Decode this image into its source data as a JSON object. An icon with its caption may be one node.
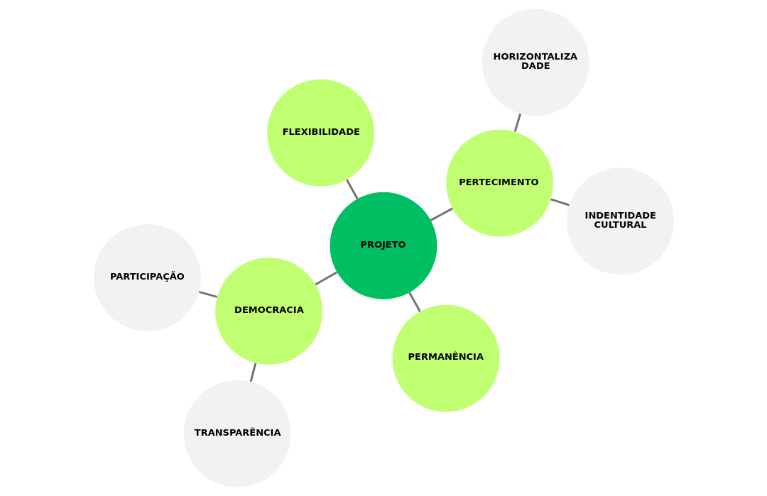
{
  "diagram": {
    "nodes": [
      {
        "text": [
          "FLEXIBILIDADE"
        ]
      },
      {
        "text": [
          "HORIZONTALIZA DADE"
        ]
      },
      {
        "text": [
          "TRANSPARÊNCIA"
        ]
      },
      {
        "text": [
          "DEMOCRACIA"
        ]
      },
      {
        "text": [
          "PROJETO"
        ]
      },
      {
        "text": [
          "PERTECIMENTO"
        ]
      },
      {
        "text": [
          "PARTICIPAÇÃO"
        ]
      },
      {
        "text": [
          "INDENTIDADE CULTURAL"
        ]
      },
      {
        "text": [
          "PERMANÊNCIA"
        ]
      }
    ],
    "edges": [
      {
        "from": 4,
        "to": 0,
        "arrow": "none"
      },
      {
        "from": 4,
        "to": 3,
        "arrow": "none"
      },
      {
        "from": 4,
        "to": 5,
        "arrow": "none"
      },
      {
        "from": 4,
        "to": 8,
        "arrow": "none"
      },
      {
        "from": 3,
        "to": 2,
        "arrow": "none"
      },
      {
        "from": 3,
        "to": 6,
        "arrow": "none"
      },
      {
        "from": 5,
        "to": 1,
        "arrow": "none"
      },
      {
        "from": 5,
        "to": 7,
        "arrow": "none"
      }
    ]
  }
}
